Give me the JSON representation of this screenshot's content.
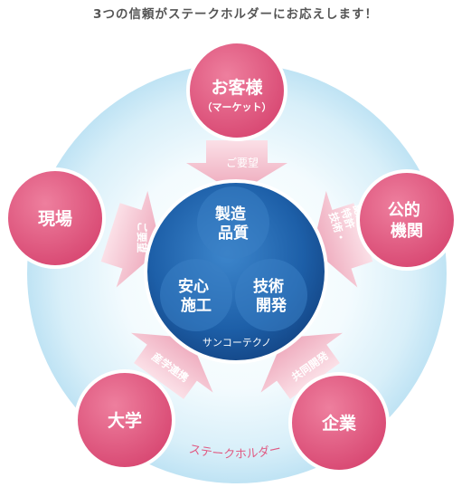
{
  "title": "3つの信頼がステークホルダーにお応えします！",
  "center": {
    "name": "サンコーテクノ",
    "trusts": [
      "製造\n品質",
      "安心\n施工",
      "技術\n開発"
    ]
  },
  "ring_label": "ステークホルダー",
  "stakeholders": [
    {
      "label": "お客様",
      "sub": "（マーケット）",
      "arrow": "ご要望"
    },
    {
      "label": "公的\n機関",
      "arrow": "技術・\n特許\n認定"
    },
    {
      "label": "企業",
      "arrow": "共同開発"
    },
    {
      "label": "大学",
      "arrow": "産学連携"
    },
    {
      "label": "現場",
      "arrow": "ご要望"
    }
  ],
  "colors": {
    "stakeholder_fill": "#e2587f",
    "stakeholder_border": "#ffffff",
    "arrow_fill": "#f2b7c6",
    "ring_fill": "#d8eff9",
    "ring_label": "#e05a83",
    "core_fill": "#1f64ad",
    "text_dark": "#555555"
  }
}
